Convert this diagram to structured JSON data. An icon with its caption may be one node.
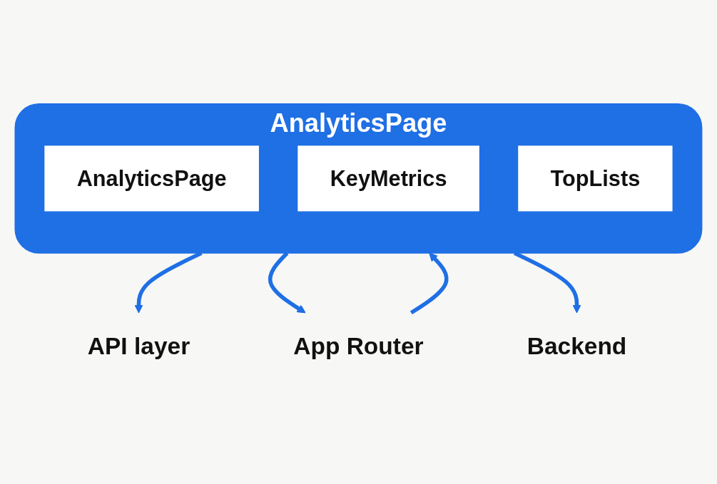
{
  "diagram": {
    "nodes": [
      {
        "text": [
          "AnalyticsPage"
        ]
      },
      {
        "text": [
          "AnalyticsPage"
        ],
        "in": 0
      },
      {
        "text": [
          "KeyMetrics"
        ],
        "in": 0
      },
      {
        "text": [
          "TopLists"
        ],
        "in": 0
      },
      {
        "text": [
          "API layer"
        ]
      },
      {
        "text": [
          "App Router"
        ]
      },
      {
        "text": [
          "Backend"
        ]
      }
    ],
    "edges": [
      {
        "from": 0,
        "to": 4,
        "arrow": "to"
      },
      {
        "from": 0,
        "to": 5,
        "arrow": "to"
      },
      {
        "from": 5,
        "to": 0,
        "arrow": "to"
      },
      {
        "from": 0,
        "to": 6,
        "arrow": "to"
      }
    ]
  }
}
